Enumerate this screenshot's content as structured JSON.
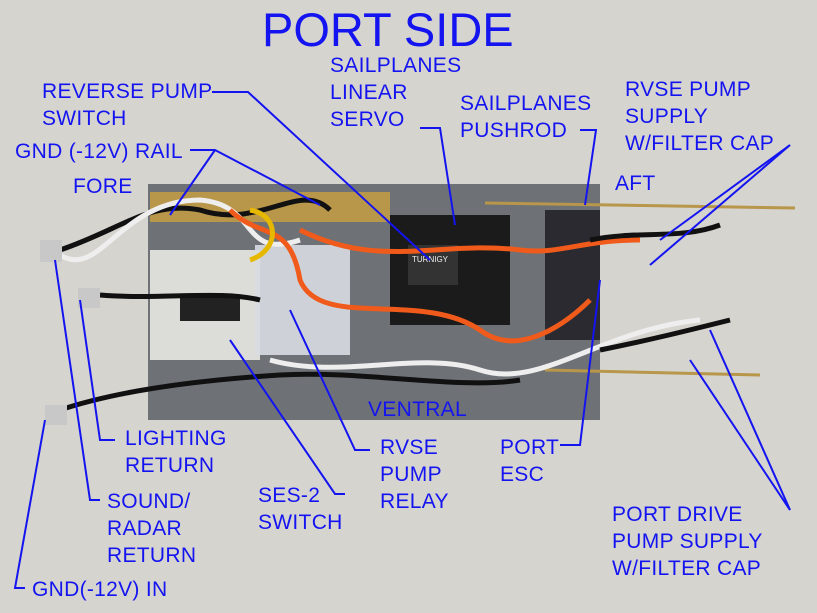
{
  "title": "PORT SIDE",
  "labels": {
    "sailplanes_linear_servo": [
      "SAILPLANES",
      "LINEAR",
      "SERVO"
    ],
    "reverse_pump_switch": [
      "REVERSE PUMP",
      "SWITCH"
    ],
    "sailplanes_pushrod": [
      "SAILPLANES",
      "PUSHROD"
    ],
    "rvse_pump_supply": [
      "RVSE PUMP",
      "SUPPLY",
      "W/FILTER CAP"
    ],
    "gnd_rail": "GND (-12V) RAIL",
    "fore": "FORE",
    "aft": "AFT",
    "ventral": "VENTRAL",
    "lighting_return": [
      "LIGHTING",
      "RETURN"
    ],
    "rvse_pump_relay": [
      "RVSE",
      "PUMP",
      "RELAY"
    ],
    "port_esc": [
      "PORT",
      "ESC"
    ],
    "sound_radar_return": [
      "SOUND/",
      "RADAR",
      "RETURN"
    ],
    "ses2_switch": [
      "SES-2",
      "SWITCH"
    ],
    "port_drive_pump_supply": [
      "PORT DRIVE",
      "PUMP SUPPLY",
      "W/FILTER CAP"
    ],
    "gnd_in": "GND(-12V) IN"
  },
  "component_text": {
    "esc_brand": "TURNIGY"
  },
  "colors": {
    "label": "#1414f0",
    "board": "#6f7378",
    "background": "#d6d4cf"
  }
}
